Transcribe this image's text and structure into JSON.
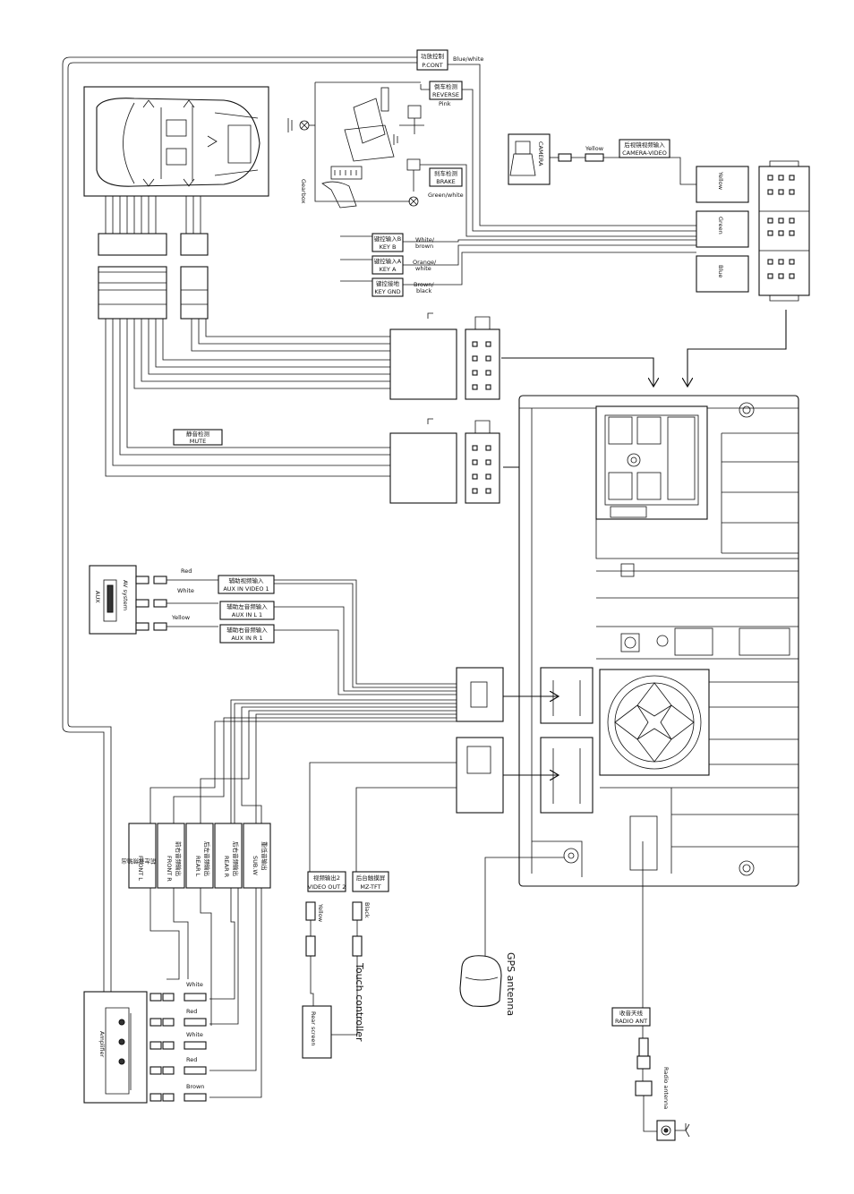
{
  "labels": {
    "pcont_cn": "功放控制",
    "pcont": "P.CONT",
    "pcont_color": "Blue/white",
    "reverse_cn": "倒车检测",
    "reverse": "REVERSE",
    "reverse_color": "Pink",
    "brake_cn": "刹车检测",
    "brake": "BRAKE",
    "brake_color": "Green/white",
    "gearbox": "Gearbox",
    "camera": "CAMERA",
    "camera_color": "Yellow",
    "camera_video_cn": "后视镜视频输入",
    "camera_video": "CAMERA-VIDEO",
    "keyb_cn": "键控输入B",
    "keyb": "KEY B",
    "keyb_color1": "White/",
    "keyb_color2": "brown",
    "keya_cn": "键控输入A",
    "keya": "KEY A",
    "keya_color1": "Orange/",
    "keya_color2": "white",
    "keygnd_cn": "键控接地",
    "keygnd": "KEY GND",
    "keygnd_color1": "Brown/",
    "keygnd_color2": "black",
    "rca_yellow": "Yellow",
    "rca_green": "Green",
    "rca_blue": "Blue",
    "mute_cn": "静音检测",
    "mute": "MUTE",
    "aux": "AUX",
    "av_system": "AV system",
    "aux_red": "Red",
    "aux_white": "White",
    "aux_yellow": "Yellow",
    "aux_video_cn": "辅助视频输入",
    "aux_video": "AUX IN VIDEO 1",
    "aux_l_cn": "辅助左音频输入",
    "aux_l": "AUX IN L 1",
    "aux_r_cn": "辅助右音频输入",
    "aux_r": "AUX IN R 1",
    "front_l_cn": "前左音频输出",
    "front_l": "FRONT L",
    "front_r_cn": "前右音频输出",
    "front_r": "FRONT R",
    "rear_l_cn": "后左音频输出",
    "rear_l": "REAR L",
    "rear_r_cn": "后右音频输出",
    "rear_r": "REAR R",
    "sub_cn": "重低音输出",
    "sub": "SUB.W",
    "video_out_cn": "视频输出2",
    "video_out": "VIDEO OUT 2",
    "video_out_color": "Yellow",
    "mztft_cn": "后台触摸屏",
    "mztft": "MZ-TFT",
    "mztft_color": "Black",
    "touch_controller": "Touch controller",
    "rear_screen": "Rear screen",
    "gps_antenna": "GPS antenna",
    "radio_ant_cn": "收音天线",
    "radio_ant": "RADIO ANT",
    "radio_antenna": "Radio antenna",
    "amplifier": "Amplifier",
    "amp_white1": "White",
    "amp_red1": "Red",
    "amp_white2": "White",
    "amp_red2": "Red",
    "amp_brown": "Brown"
  }
}
